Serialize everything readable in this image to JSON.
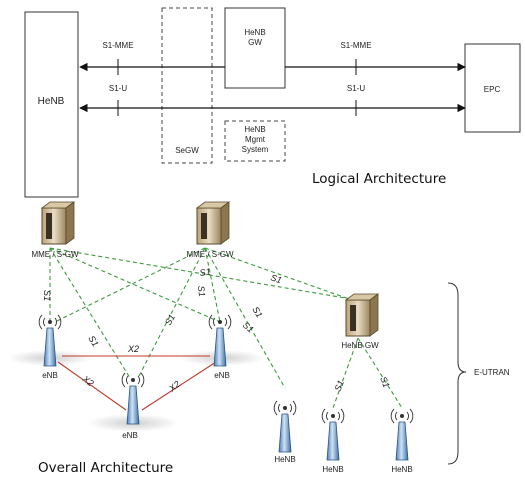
{
  "logical": {
    "henb": "HeNB",
    "henb_gw": [
      "HeNB",
      "GW"
    ],
    "s1_mme_left": "S1-MME",
    "s1_u_left": "S1-U",
    "s1_mme_right": "S1-MME",
    "s1_u_right": "S1-U",
    "segw": "SeGW",
    "henb_mgmt": [
      "HeNB",
      "Mgmt",
      "System"
    ],
    "epc": "EPC",
    "caption": "Logical Architecture"
  },
  "overall": {
    "mme_left": "MME / S-GW",
    "mme_right": "MME / S-GW",
    "henb_gw": "HeNB GW",
    "enb_left": "eNB",
    "enb_mid": "eNB",
    "enb_bottom": "eNB",
    "henb_1": "HeNB",
    "henb_2": "HeNB",
    "henb_3": "HeNB",
    "s1": "S1",
    "x2": "X2",
    "e_utran": "E-UTRAN",
    "caption": "Overall Architecture"
  }
}
